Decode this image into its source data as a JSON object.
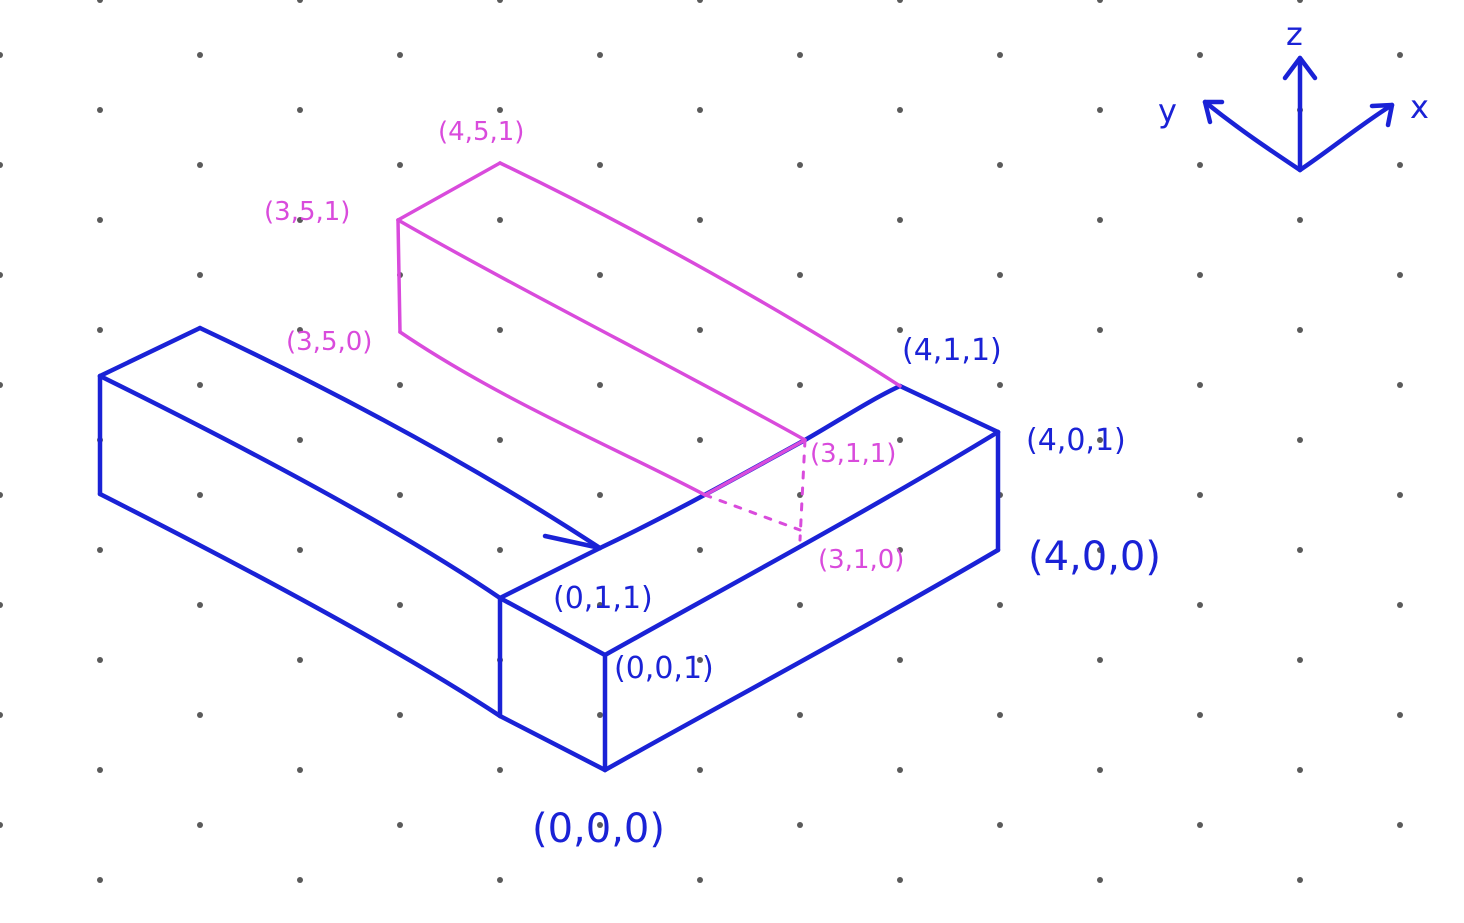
{
  "axes": {
    "z": "z",
    "y": "y",
    "x": "x"
  },
  "labels": {
    "p_4_5_1": "(4,5,1)",
    "p_3_5_1": "(3,5,1)",
    "p_3_5_0": "(3,5,0)",
    "p_3_1_1": "(3,1,1)",
    "p_3_1_0": "(3,1,0)",
    "p_4_1_1": "(4,1,1)",
    "p_4_0_1": "(4,0,1)",
    "p_4_0_0": "(4,0,0)",
    "p_0_1_1": "(0,1,1)",
    "p_0_0_1": "(0,0,1)",
    "p_0_0_0": "(0,0,0)",
    "hidden_tick": ">"
  },
  "colors": {
    "main_box": "#1a22d6",
    "added_box": "#d94bdc",
    "grid_dots": "#5a5a5a"
  }
}
